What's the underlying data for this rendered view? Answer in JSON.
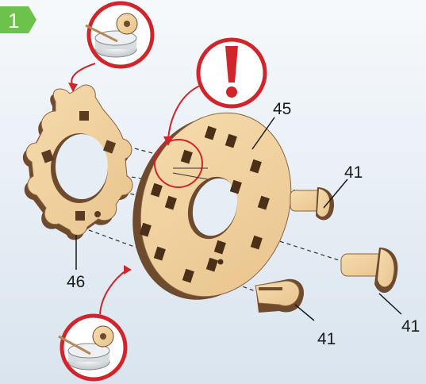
{
  "step": {
    "number": "1"
  },
  "labels": {
    "ring_45": "45",
    "gear_46": "46",
    "peg_top": "41",
    "peg_middle": "41",
    "peg_bottom": "41"
  },
  "icons": {
    "top_glue": "glue-pot-icon",
    "bottom_glue": "glue-pot-icon",
    "attention": "exclamation-warning-icon"
  },
  "colors": {
    "background": "#e6eef5",
    "badge_green": "#6cc24a",
    "warning_red": "#d0252b",
    "wood_light": "#efcf9c",
    "wood_dark": "#6e4a2e"
  }
}
